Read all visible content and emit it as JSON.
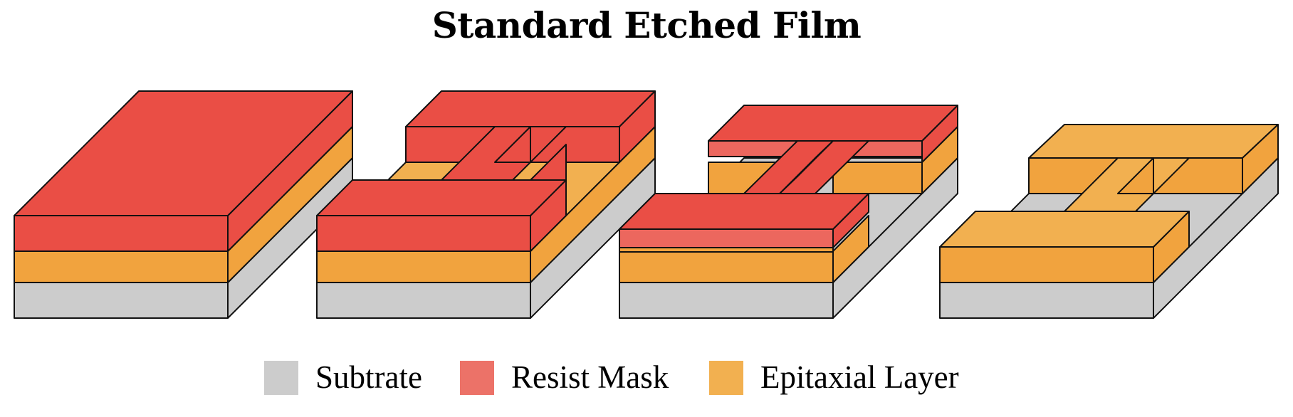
{
  "title": "Standard Etched Film",
  "colors": {
    "substrate_face": "#cccccc",
    "substrate_side": "#cccccc",
    "resist_face": "#ea4e45",
    "resist_side": "#ea4e45",
    "resist_face_thin": "#ec675e",
    "epi_face": "#f1a33e",
    "epi_side": "#f1a33e",
    "epi_top": "#f2b050",
    "outline": "#111111"
  },
  "legend": [
    {
      "label": "Subtrate",
      "color": "#cccccc",
      "icon": "substrate-swatch"
    },
    {
      "label": "Resist Mask",
      "color": "#ec7268",
      "icon": "resist-mask-swatch"
    },
    {
      "label": "Epitaxial Layer",
      "color": "#f2b050",
      "icon": "epitaxial-layer-swatch"
    }
  ]
}
